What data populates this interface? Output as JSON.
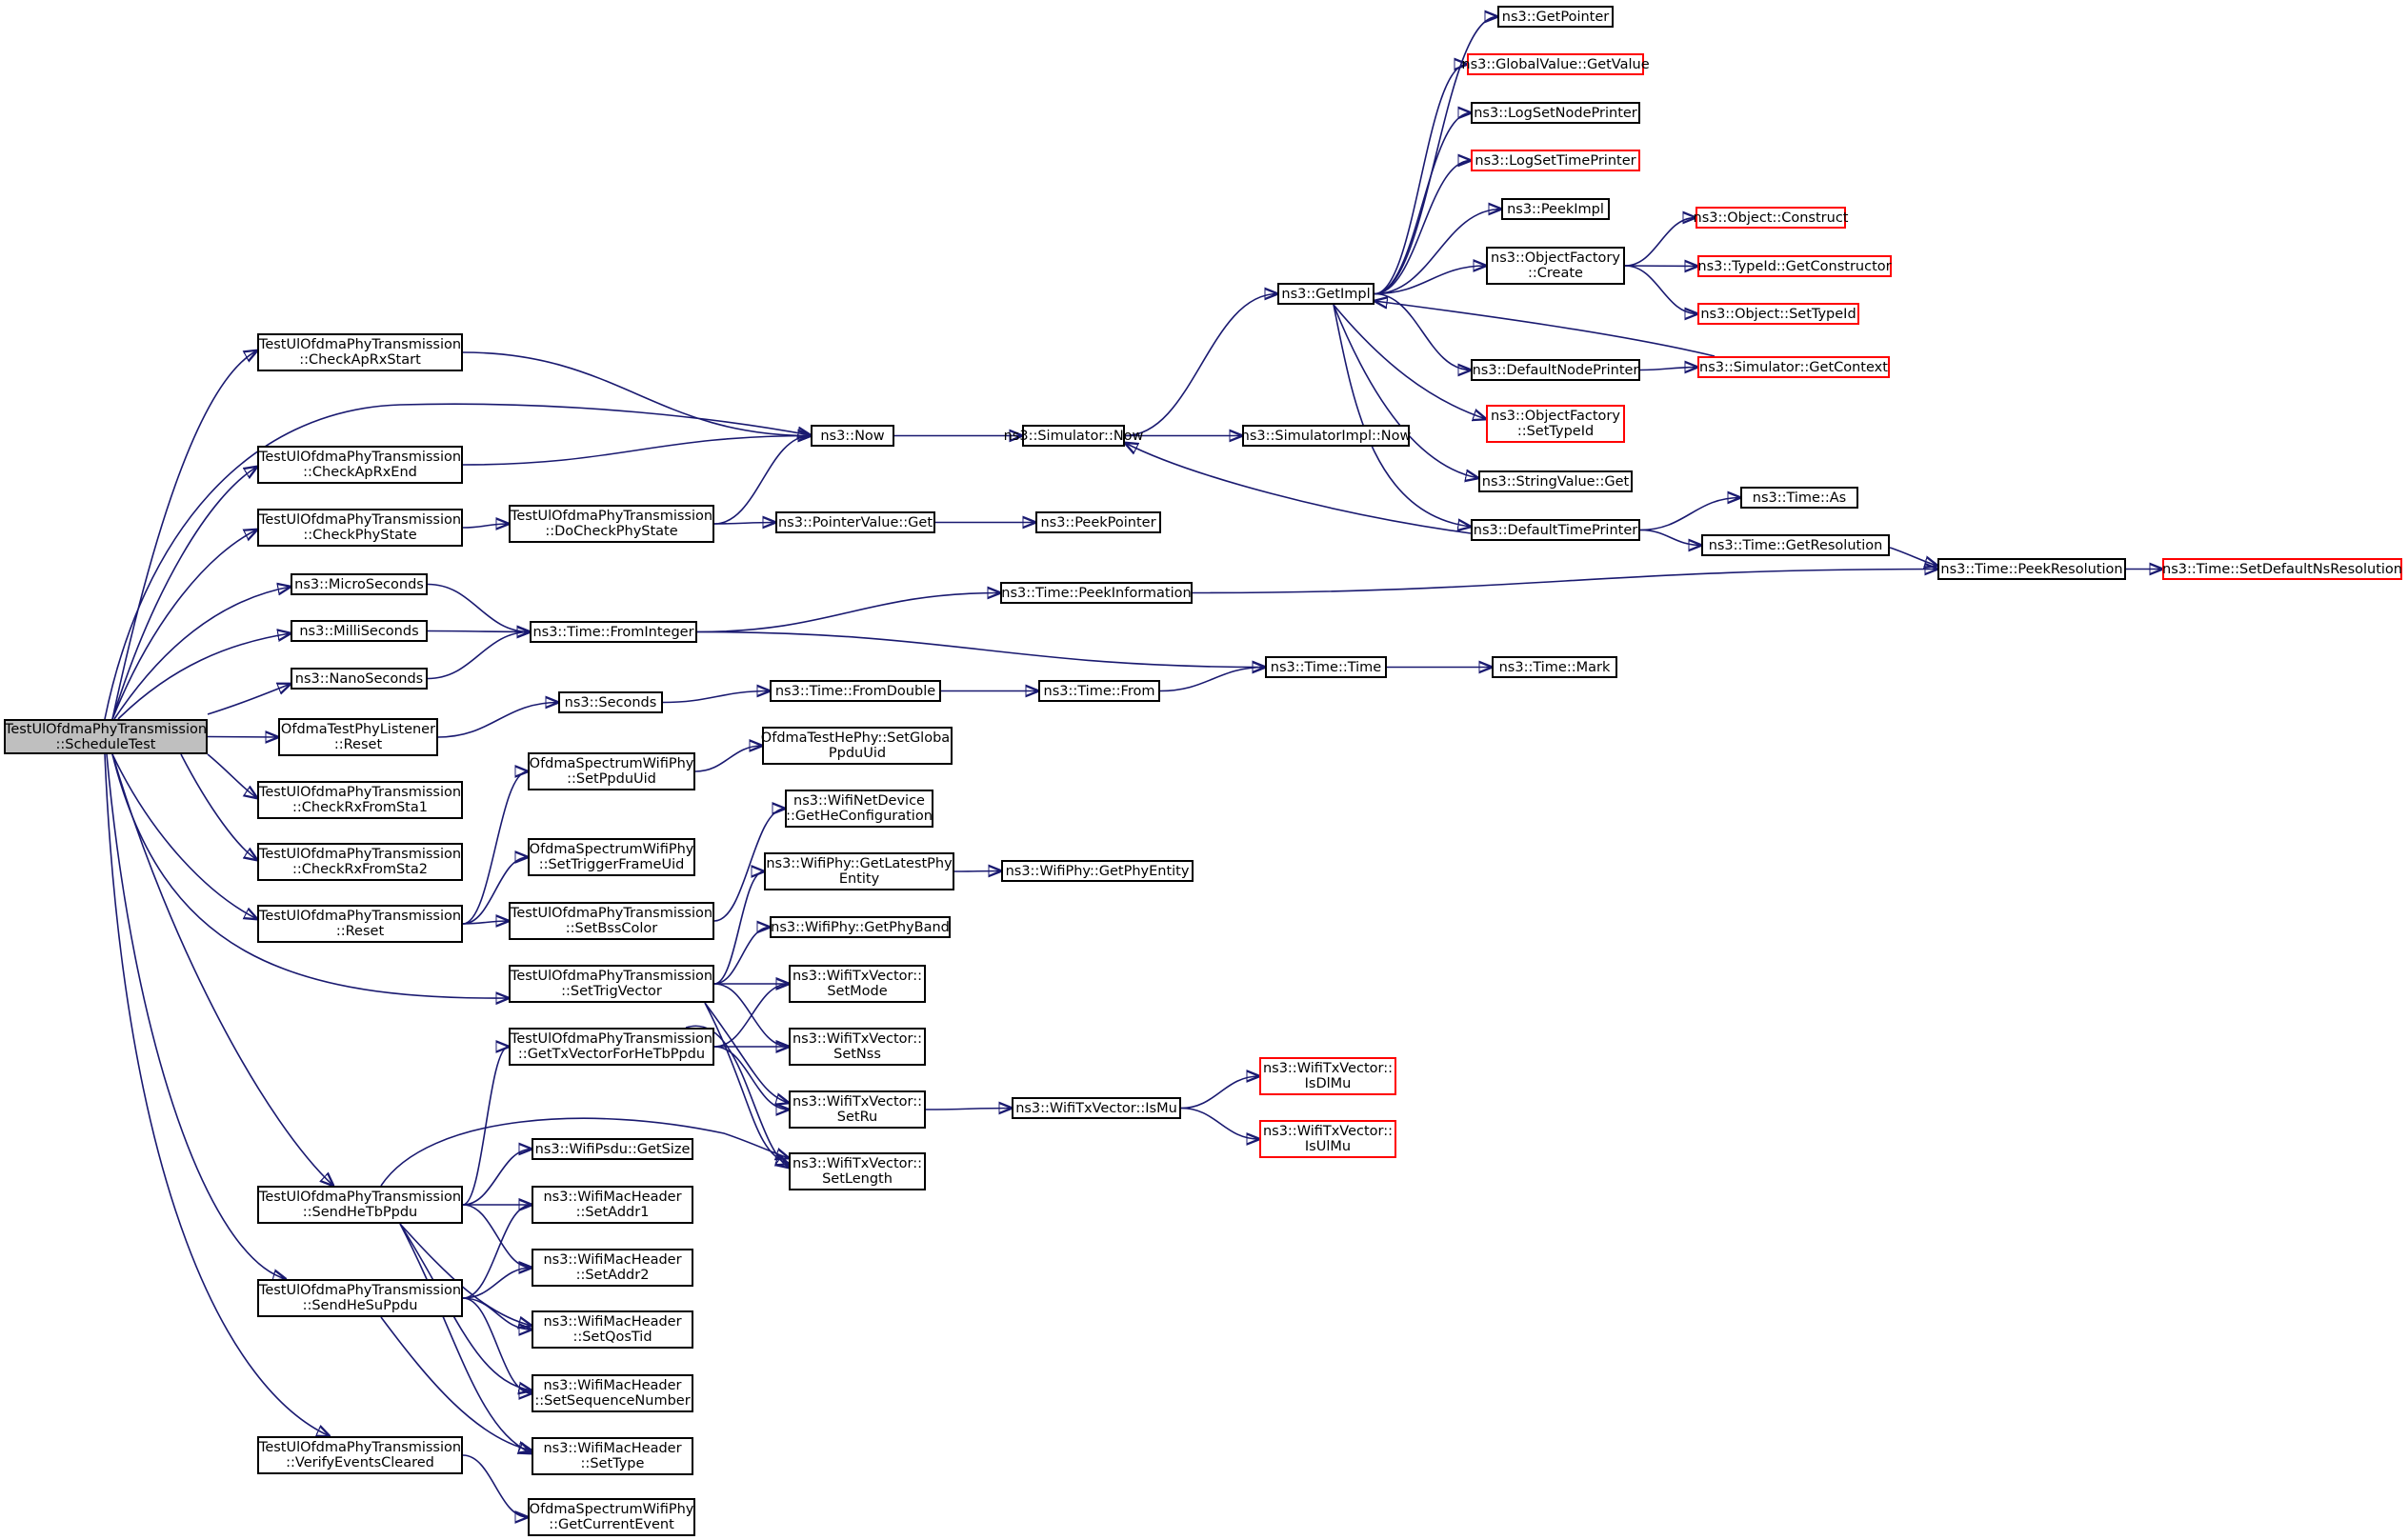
{
  "graph": {
    "edge_color": "#191970",
    "node_border": "#000000",
    "missing_border": "#ff0000",
    "root_fill": "#bfbfbf",
    "nodes": [
      {
        "id": "root",
        "lines": [
          "TestUlOfdmaPhyTransmission",
          "::ScheduleTest"
        ],
        "root": true
      },
      {
        "id": "checkApRxStart",
        "lines": [
          "TestUlOfdmaPhyTransmission",
          "::CheckApRxStart"
        ]
      },
      {
        "id": "checkApRxEnd",
        "lines": [
          "TestUlOfdmaPhyTransmission",
          "::CheckApRxEnd"
        ]
      },
      {
        "id": "checkPhyState",
        "lines": [
          "TestUlOfdmaPhyTransmission",
          "::CheckPhyState"
        ]
      },
      {
        "id": "microSeconds",
        "lines": [
          "ns3::MicroSeconds"
        ]
      },
      {
        "id": "milliSeconds",
        "lines": [
          "ns3::MilliSeconds"
        ]
      },
      {
        "id": "nanoSeconds",
        "lines": [
          "ns3::NanoSeconds"
        ]
      },
      {
        "id": "listenerReset",
        "lines": [
          "OfdmaTestPhyListener",
          "::Reset"
        ]
      },
      {
        "id": "checkRxFromSta1",
        "lines": [
          "TestUlOfdmaPhyTransmission",
          "::CheckRxFromSta1"
        ]
      },
      {
        "id": "checkRxFromSta2",
        "lines": [
          "TestUlOfdmaPhyTransmission",
          "::CheckRxFromSta2"
        ]
      },
      {
        "id": "testReset",
        "lines": [
          "TestUlOfdmaPhyTransmission",
          "::Reset"
        ]
      },
      {
        "id": "sendHeTbPpdu",
        "lines": [
          "TestUlOfdmaPhyTransmission",
          "::SendHeTbPpdu"
        ]
      },
      {
        "id": "sendHeSuPpdu",
        "lines": [
          "TestUlOfdmaPhyTransmission",
          "::SendHeSuPpdu"
        ]
      },
      {
        "id": "verifyEventsCleared",
        "lines": [
          "TestUlOfdmaPhyTransmission",
          "::VerifyEventsCleared"
        ]
      },
      {
        "id": "now",
        "lines": [
          "ns3::Now"
        ]
      },
      {
        "id": "doCheckPhyState",
        "lines": [
          "TestUlOfdmaPhyTransmission",
          "::DoCheckPhyState"
        ]
      },
      {
        "id": "fromInteger",
        "lines": [
          "ns3::Time::FromInteger"
        ]
      },
      {
        "id": "seconds",
        "lines": [
          "ns3::Seconds"
        ]
      },
      {
        "id": "setPpduUid",
        "lines": [
          "OfdmaSpectrumWifiPhy",
          "::SetPpduUid"
        ]
      },
      {
        "id": "setTriggerFrameUid",
        "lines": [
          "OfdmaSpectrumWifiPhy",
          "::SetTriggerFrameUid"
        ]
      },
      {
        "id": "setBssColor",
        "lines": [
          "TestUlOfdmaPhyTransmission",
          "::SetBssColor"
        ]
      },
      {
        "id": "setTrigVector",
        "lines": [
          "TestUlOfdmaPhyTransmission",
          "::SetTrigVector"
        ]
      },
      {
        "id": "getTxVectorForHeTbPpdu",
        "lines": [
          "TestUlOfdmaPhyTransmission",
          "::GetTxVectorForHeTbPpdu"
        ]
      },
      {
        "id": "psduGetSize",
        "lines": [
          "ns3::WifiPsdu::GetSize"
        ]
      },
      {
        "id": "setAddr1",
        "lines": [
          "ns3::WifiMacHeader",
          "::SetAddr1"
        ]
      },
      {
        "id": "setAddr2",
        "lines": [
          "ns3::WifiMacHeader",
          "::SetAddr2"
        ]
      },
      {
        "id": "setQosTid",
        "lines": [
          "ns3::WifiMacHeader",
          "::SetQosTid"
        ]
      },
      {
        "id": "setSequenceNumber",
        "lines": [
          "ns3::WifiMacHeader",
          "::SetSequenceNumber"
        ]
      },
      {
        "id": "setType",
        "lines": [
          "ns3::WifiMacHeader",
          "::SetType"
        ]
      },
      {
        "id": "getCurrentEvent",
        "lines": [
          "OfdmaSpectrumWifiPhy",
          "::GetCurrentEvent"
        ]
      },
      {
        "id": "simulatorNow",
        "lines": [
          "ns3::Simulator::Now"
        ]
      },
      {
        "id": "pointerValueGet",
        "lines": [
          "ns3::PointerValue::Get"
        ]
      },
      {
        "id": "timeFromDouble",
        "lines": [
          "ns3::Time::FromDouble"
        ]
      },
      {
        "id": "setGlobalPpduUid",
        "lines": [
          "OfdmaTestHePhy::SetGlobal",
          "PpduUid"
        ]
      },
      {
        "id": "getHeConfiguration",
        "lines": [
          "ns3::WifiNetDevice",
          "::GetHeConfiguration"
        ]
      },
      {
        "id": "getLatestPhyEntity",
        "lines": [
          "ns3::WifiPhy::GetLatestPhy",
          "Entity"
        ]
      },
      {
        "id": "getPhyBand",
        "lines": [
          "ns3::WifiPhy::GetPhyBand"
        ]
      },
      {
        "id": "setMode",
        "lines": [
          "ns3::WifiTxVector::",
          "SetMode"
        ]
      },
      {
        "id": "setNss",
        "lines": [
          "ns3::WifiTxVector::",
          "SetNss"
        ]
      },
      {
        "id": "setRu",
        "lines": [
          "ns3::WifiTxVector::",
          "SetRu"
        ]
      },
      {
        "id": "setLength",
        "lines": [
          "ns3::WifiTxVector::",
          "SetLength"
        ]
      },
      {
        "id": "peekPointer",
        "lines": [
          "ns3::PeekPointer"
        ]
      },
      {
        "id": "peekInformation",
        "lines": [
          "ns3::Time::PeekInformation"
        ]
      },
      {
        "id": "timeFrom",
        "lines": [
          "ns3::Time::From"
        ]
      },
      {
        "id": "getPhyEntity",
        "lines": [
          "ns3::WifiPhy::GetPhyEntity"
        ]
      },
      {
        "id": "isMu",
        "lines": [
          "ns3::WifiTxVector::IsMu"
        ]
      },
      {
        "id": "getImpl",
        "lines": [
          "ns3::GetImpl"
        ]
      },
      {
        "id": "simulatorImplNow",
        "lines": [
          "ns3::SimulatorImpl::Now"
        ]
      },
      {
        "id": "timeTime",
        "lines": [
          "ns3::Time::Time"
        ]
      },
      {
        "id": "isDlMu",
        "lines": [
          "ns3::WifiTxVector::",
          "IsDlMu"
        ],
        "missing": true
      },
      {
        "id": "isUlMu",
        "lines": [
          "ns3::WifiTxVector::",
          "IsUlMu"
        ],
        "missing": true
      },
      {
        "id": "getPointer",
        "lines": [
          "ns3::GetPointer"
        ]
      },
      {
        "id": "globalValueGetValue",
        "lines": [
          "ns3::GlobalValue::GetValue"
        ],
        "missing": true
      },
      {
        "id": "logSetNodePrinter",
        "lines": [
          "ns3::LogSetNodePrinter"
        ]
      },
      {
        "id": "logSetTimePrinter",
        "lines": [
          "ns3::LogSetTimePrinter"
        ],
        "missing": true
      },
      {
        "id": "peekImpl",
        "lines": [
          "ns3::PeekImpl"
        ]
      },
      {
        "id": "objectFactoryCreate",
        "lines": [
          "ns3::ObjectFactory",
          "::Create"
        ]
      },
      {
        "id": "defaultNodePrinter",
        "lines": [
          "ns3::DefaultNodePrinter"
        ]
      },
      {
        "id": "objectFactorySetTypeId",
        "lines": [
          "ns3::ObjectFactory",
          "::SetTypeId"
        ],
        "missing": true
      },
      {
        "id": "stringValueGet",
        "lines": [
          "ns3::StringValue::Get"
        ]
      },
      {
        "id": "defaultTimePrinter",
        "lines": [
          "ns3::DefaultTimePrinter"
        ]
      },
      {
        "id": "timeMark",
        "lines": [
          "ns3::Time::Mark"
        ]
      },
      {
        "id": "objectConstruct",
        "lines": [
          "ns3::Object::Construct"
        ],
        "missing": true
      },
      {
        "id": "typeIdGetConstructor",
        "lines": [
          "ns3::TypeId::GetConstructor"
        ],
        "missing": true
      },
      {
        "id": "objectSetTypeId",
        "lines": [
          "ns3::Object::SetTypeId"
        ],
        "missing": true
      },
      {
        "id": "simulatorGetContext",
        "lines": [
          "ns3::Simulator::GetContext"
        ],
        "missing": true
      },
      {
        "id": "timeAs",
        "lines": [
          "ns3::Time::As"
        ]
      },
      {
        "id": "timeGetResolution",
        "lines": [
          "ns3::Time::GetResolution"
        ]
      },
      {
        "id": "peekResolution",
        "lines": [
          "ns3::Time::PeekResolution"
        ]
      },
      {
        "id": "setDefaultNsResolution",
        "lines": [
          "ns3::Time::SetDefaultNsResolution"
        ],
        "missing": true
      }
    ],
    "edges": [
      [
        "root",
        "checkApRxStart"
      ],
      [
        "root",
        "now"
      ],
      [
        "root",
        "checkApRxEnd"
      ],
      [
        "root",
        "checkPhyState"
      ],
      [
        "root",
        "microSeconds"
      ],
      [
        "root",
        "milliSeconds"
      ],
      [
        "root",
        "nanoSeconds"
      ],
      [
        "root",
        "listenerReset"
      ],
      [
        "root",
        "checkRxFromSta1"
      ],
      [
        "root",
        "checkRxFromSta2"
      ],
      [
        "root",
        "testReset"
      ],
      [
        "root",
        "setTrigVector"
      ],
      [
        "root",
        "sendHeTbPpdu"
      ],
      [
        "root",
        "sendHeSuPpdu"
      ],
      [
        "root",
        "verifyEventsCleared"
      ],
      [
        "checkApRxStart",
        "now"
      ],
      [
        "checkApRxEnd",
        "now"
      ],
      [
        "checkPhyState",
        "doCheckPhyState"
      ],
      [
        "doCheckPhyState",
        "now"
      ],
      [
        "doCheckPhyState",
        "pointerValueGet"
      ],
      [
        "pointerValueGet",
        "peekPointer"
      ],
      [
        "microSeconds",
        "fromInteger"
      ],
      [
        "milliSeconds",
        "fromInteger"
      ],
      [
        "nanoSeconds",
        "fromInteger"
      ],
      [
        "fromInteger",
        "peekInformation"
      ],
      [
        "fromInteger",
        "timeTime"
      ],
      [
        "peekInformation",
        "peekResolution"
      ],
      [
        "listenerReset",
        "seconds"
      ],
      [
        "seconds",
        "timeFromDouble"
      ],
      [
        "timeFromDouble",
        "timeFrom"
      ],
      [
        "timeFrom",
        "timeTime"
      ],
      [
        "timeTime",
        "timeMark"
      ],
      [
        "testReset",
        "setPpduUid"
      ],
      [
        "testReset",
        "setTriggerFrameUid"
      ],
      [
        "testReset",
        "setBssColor"
      ],
      [
        "setPpduUid",
        "setGlobalPpduUid"
      ],
      [
        "setBssColor",
        "getHeConfiguration"
      ],
      [
        "setTrigVector",
        "getLatestPhyEntity"
      ],
      [
        "setTrigVector",
        "getPhyBand"
      ],
      [
        "setTrigVector",
        "setMode"
      ],
      [
        "setTrigVector",
        "setNss"
      ],
      [
        "setTrigVector",
        "setRu"
      ],
      [
        "setTrigVector",
        "setLength"
      ],
      [
        "getLatestPhyEntity",
        "getPhyEntity"
      ],
      [
        "getTxVectorForHeTbPpdu",
        "setMode"
      ],
      [
        "getTxVectorForHeTbPpdu",
        "setNss"
      ],
      [
        "getTxVectorForHeTbPpdu",
        "setRu"
      ],
      [
        "getTxVectorForHeTbPpdu",
        "setLength"
      ],
      [
        "setRu",
        "isMu"
      ],
      [
        "isMu",
        "isDlMu"
      ],
      [
        "isMu",
        "isUlMu"
      ],
      [
        "sendHeTbPpdu",
        "getTxVectorForHeTbPpdu"
      ],
      [
        "sendHeTbPpdu",
        "setLength"
      ],
      [
        "sendHeTbPpdu",
        "psduGetSize"
      ],
      [
        "sendHeTbPpdu",
        "setAddr1"
      ],
      [
        "sendHeTbPpdu",
        "setAddr2"
      ],
      [
        "sendHeTbPpdu",
        "setQosTid"
      ],
      [
        "sendHeTbPpdu",
        "setSequenceNumber"
      ],
      [
        "sendHeTbPpdu",
        "setType"
      ],
      [
        "sendHeSuPpdu",
        "setAddr1"
      ],
      [
        "sendHeSuPpdu",
        "setAddr2"
      ],
      [
        "sendHeSuPpdu",
        "setQosTid"
      ],
      [
        "sendHeSuPpdu",
        "setSequenceNumber"
      ],
      [
        "sendHeSuPpdu",
        "setType"
      ],
      [
        "verifyEventsCleared",
        "getCurrentEvent"
      ],
      [
        "now",
        "simulatorNow"
      ],
      [
        "simulatorNow",
        "getImpl"
      ],
      [
        "simulatorNow",
        "simulatorImplNow"
      ],
      [
        "getImpl",
        "getPointer"
      ],
      [
        "getImpl",
        "globalValueGetValue"
      ],
      [
        "getImpl",
        "logSetNodePrinter"
      ],
      [
        "getImpl",
        "logSetTimePrinter"
      ],
      [
        "getImpl",
        "peekImpl"
      ],
      [
        "getImpl",
        "objectFactoryCreate"
      ],
      [
        "getImpl",
        "defaultNodePrinter"
      ],
      [
        "getImpl",
        "objectFactorySetTypeId"
      ],
      [
        "getImpl",
        "stringValueGet"
      ],
      [
        "getImpl",
        "defaultTimePrinter"
      ],
      [
        "objectFactoryCreate",
        "objectConstruct"
      ],
      [
        "objectFactoryCreate",
        "typeIdGetConstructor"
      ],
      [
        "objectFactoryCreate",
        "objectSetTypeId"
      ],
      [
        "defaultNodePrinter",
        "simulatorGetContext"
      ],
      [
        "simulatorGetContext",
        "getImpl"
      ],
      [
        "defaultTimePrinter",
        "simulatorNow"
      ],
      [
        "defaultTimePrinter",
        "timeAs"
      ],
      [
        "defaultTimePrinter",
        "timeGetResolution"
      ],
      [
        "timeGetResolution",
        "peekResolution"
      ],
      [
        "peekResolution",
        "setDefaultNsResolution"
      ]
    ]
  }
}
